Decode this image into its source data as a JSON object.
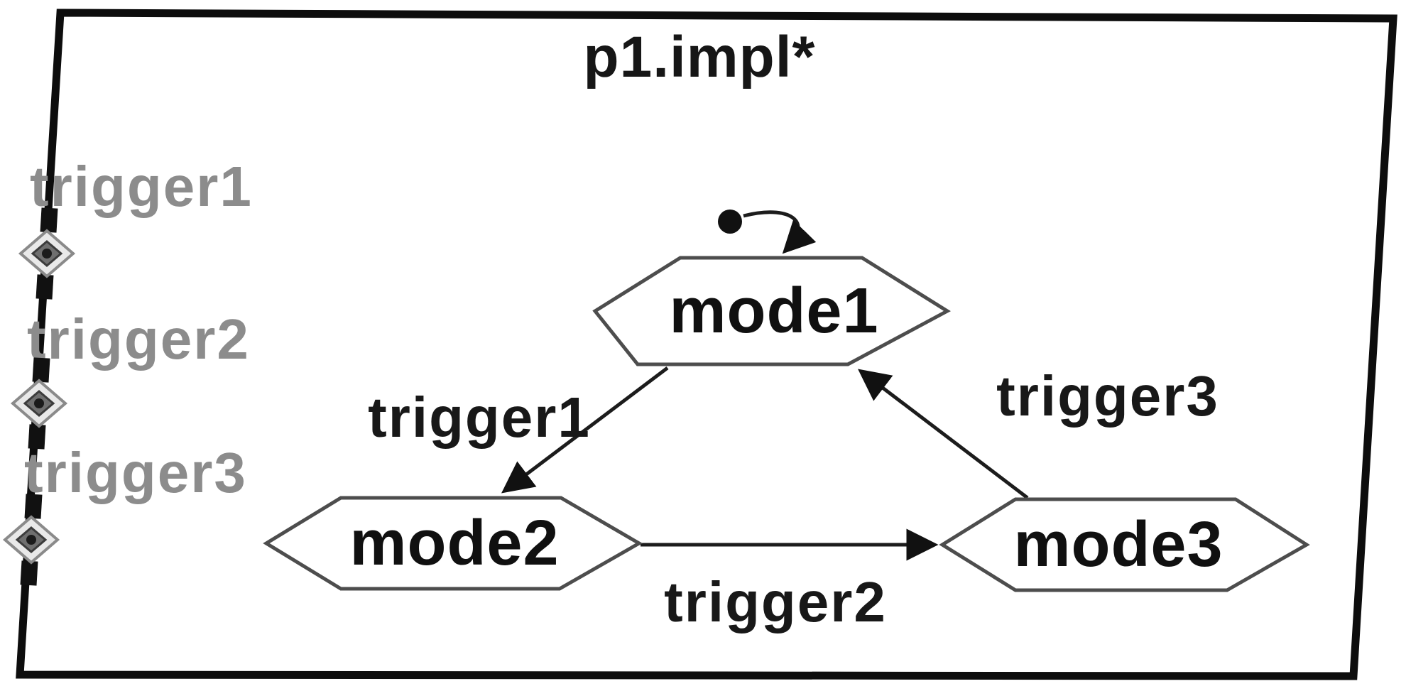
{
  "diagram": {
    "title": "p1.impl*",
    "ports": [
      {
        "name": "trigger1",
        "icon": "event-port-diamond-icon"
      },
      {
        "name": "trigger2",
        "icon": "event-port-diamond-icon"
      },
      {
        "name": "trigger3",
        "icon": "event-port-diamond-icon"
      }
    ],
    "modes": [
      {
        "name": "mode1",
        "shape": "hexagon",
        "initial": true
      },
      {
        "name": "mode2",
        "shape": "hexagon",
        "initial": false
      },
      {
        "name": "mode3",
        "shape": "hexagon",
        "initial": false
      }
    ],
    "transitions": [
      {
        "label": "trigger1",
        "from": "mode1",
        "to": "mode2"
      },
      {
        "label": "trigger2",
        "from": "mode2",
        "to": "mode3"
      },
      {
        "label": "trigger3",
        "from": "mode3",
        "to": "mode1"
      }
    ],
    "initial_mode": "mode1",
    "colors": {
      "ink": "#111111",
      "port_label": "#8c8c8c",
      "hexagon_stroke": "#4d4d4d",
      "background": "#ffffff"
    }
  }
}
